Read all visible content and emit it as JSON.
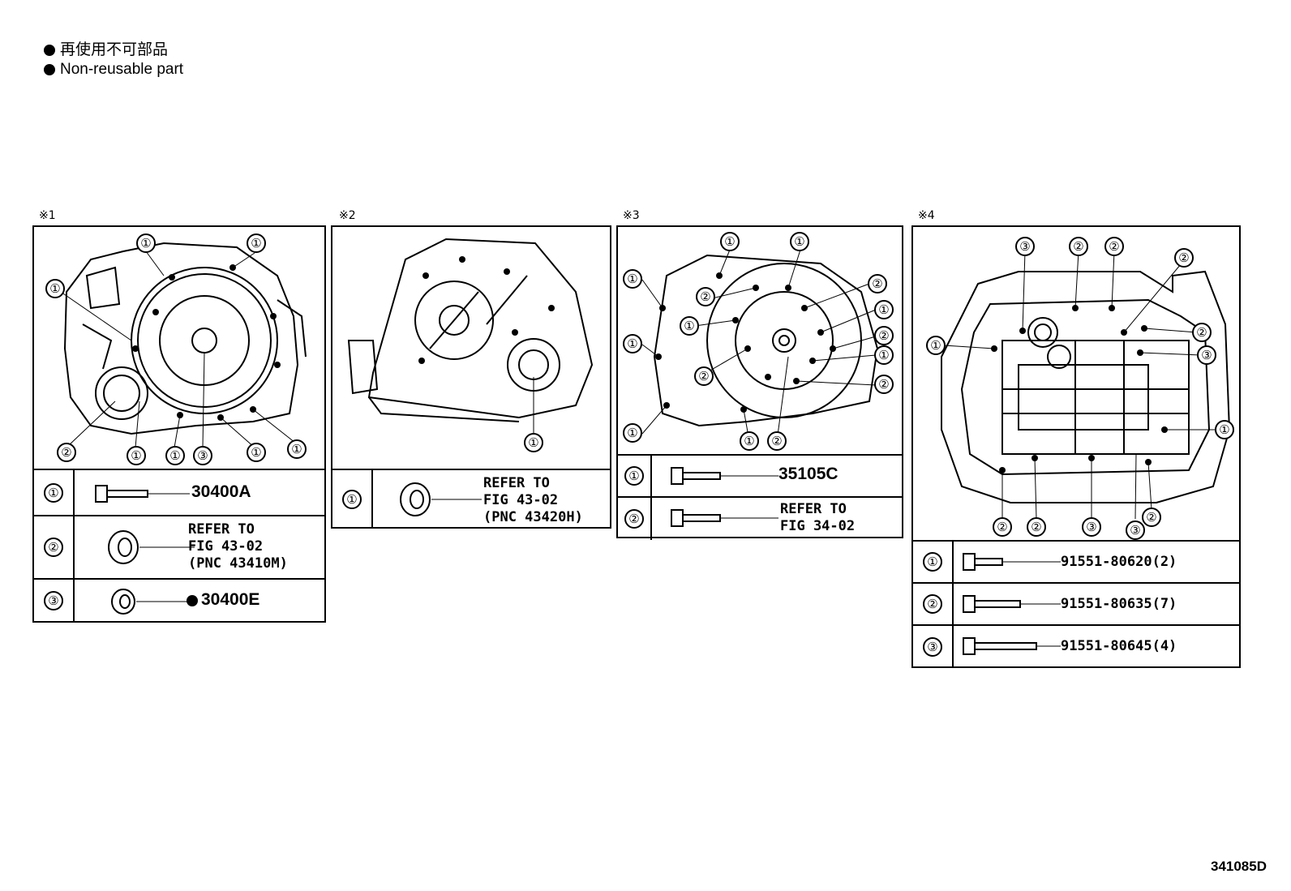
{
  "legend": {
    "line_jp": "再使用不可部品",
    "line_en": "Non-reusable part"
  },
  "figures": [
    {
      "mark": "※1",
      "rows": [
        {
          "num": "①",
          "text": "30400A"
        },
        {
          "num": "②",
          "text": "REFER TO\nFIG 43-02\n(PNC 43410M)"
        },
        {
          "num": "③",
          "text": "30400E",
          "non_reusable": true
        }
      ],
      "callouts": [
        "①",
        "①",
        "①",
        "②",
        "①",
        "①",
        "③",
        "①",
        "①"
      ]
    },
    {
      "mark": "※2",
      "rows": [
        {
          "num": "①",
          "text": "REFER TO\nFIG 43-02\n(PNC 43420H)"
        }
      ],
      "callouts": [
        "①"
      ]
    },
    {
      "mark": "※3",
      "rows": [
        {
          "num": "①",
          "text": "35105C"
        },
        {
          "num": "②",
          "text": "REFER TO\nFIG 34-02"
        }
      ],
      "callouts": [
        "①",
        "①",
        "①",
        "②",
        "②",
        "①",
        "①",
        "①",
        "②",
        "②",
        "①",
        "②",
        "①",
        "①",
        "①",
        "②"
      ]
    },
    {
      "mark": "※4",
      "rows": [
        {
          "num": "①",
          "text": "91551-80620(2)"
        },
        {
          "num": "②",
          "text": "91551-80635(7)"
        },
        {
          "num": "③",
          "text": "91551-80645(4)"
        }
      ],
      "callouts": [
        "③",
        "②",
        "②",
        "②",
        "①",
        "②",
        "③",
        "①",
        "②",
        "②",
        "③",
        "③",
        "②"
      ]
    }
  ],
  "diagram_id": "341085D"
}
